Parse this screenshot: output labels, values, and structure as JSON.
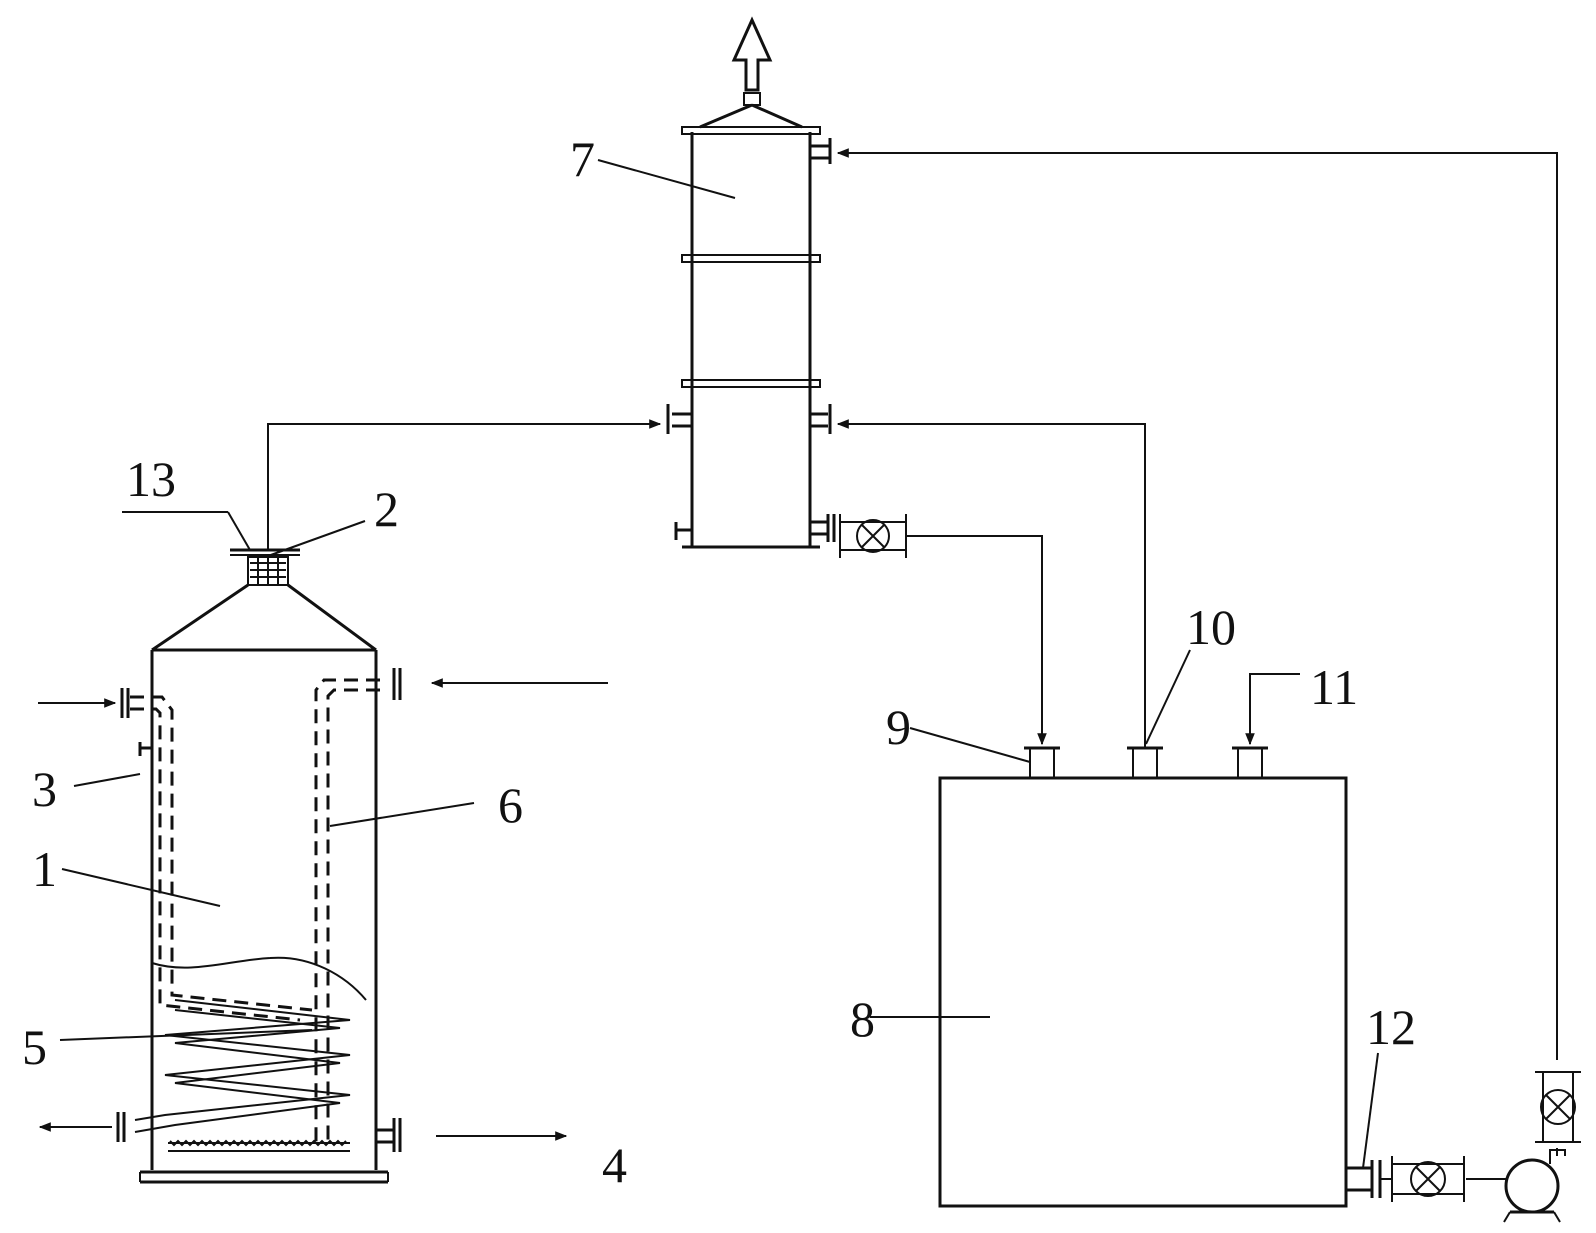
{
  "components": [
    {
      "id": "1",
      "label": "1"
    },
    {
      "id": "2",
      "label": "2"
    },
    {
      "id": "3",
      "label": "3"
    },
    {
      "id": "4",
      "label": "4"
    },
    {
      "id": "5",
      "label": "5"
    },
    {
      "id": "6",
      "label": "6"
    },
    {
      "id": "7",
      "label": "7"
    },
    {
      "id": "8",
      "label": "8"
    },
    {
      "id": "9",
      "label": "9"
    },
    {
      "id": "10",
      "label": "10"
    },
    {
      "id": "11",
      "label": "11"
    },
    {
      "id": "12",
      "label": "12"
    },
    {
      "id": "13",
      "label": "13"
    }
  ],
  "colors": {
    "line": "#111111",
    "background": "#ffffff"
  }
}
